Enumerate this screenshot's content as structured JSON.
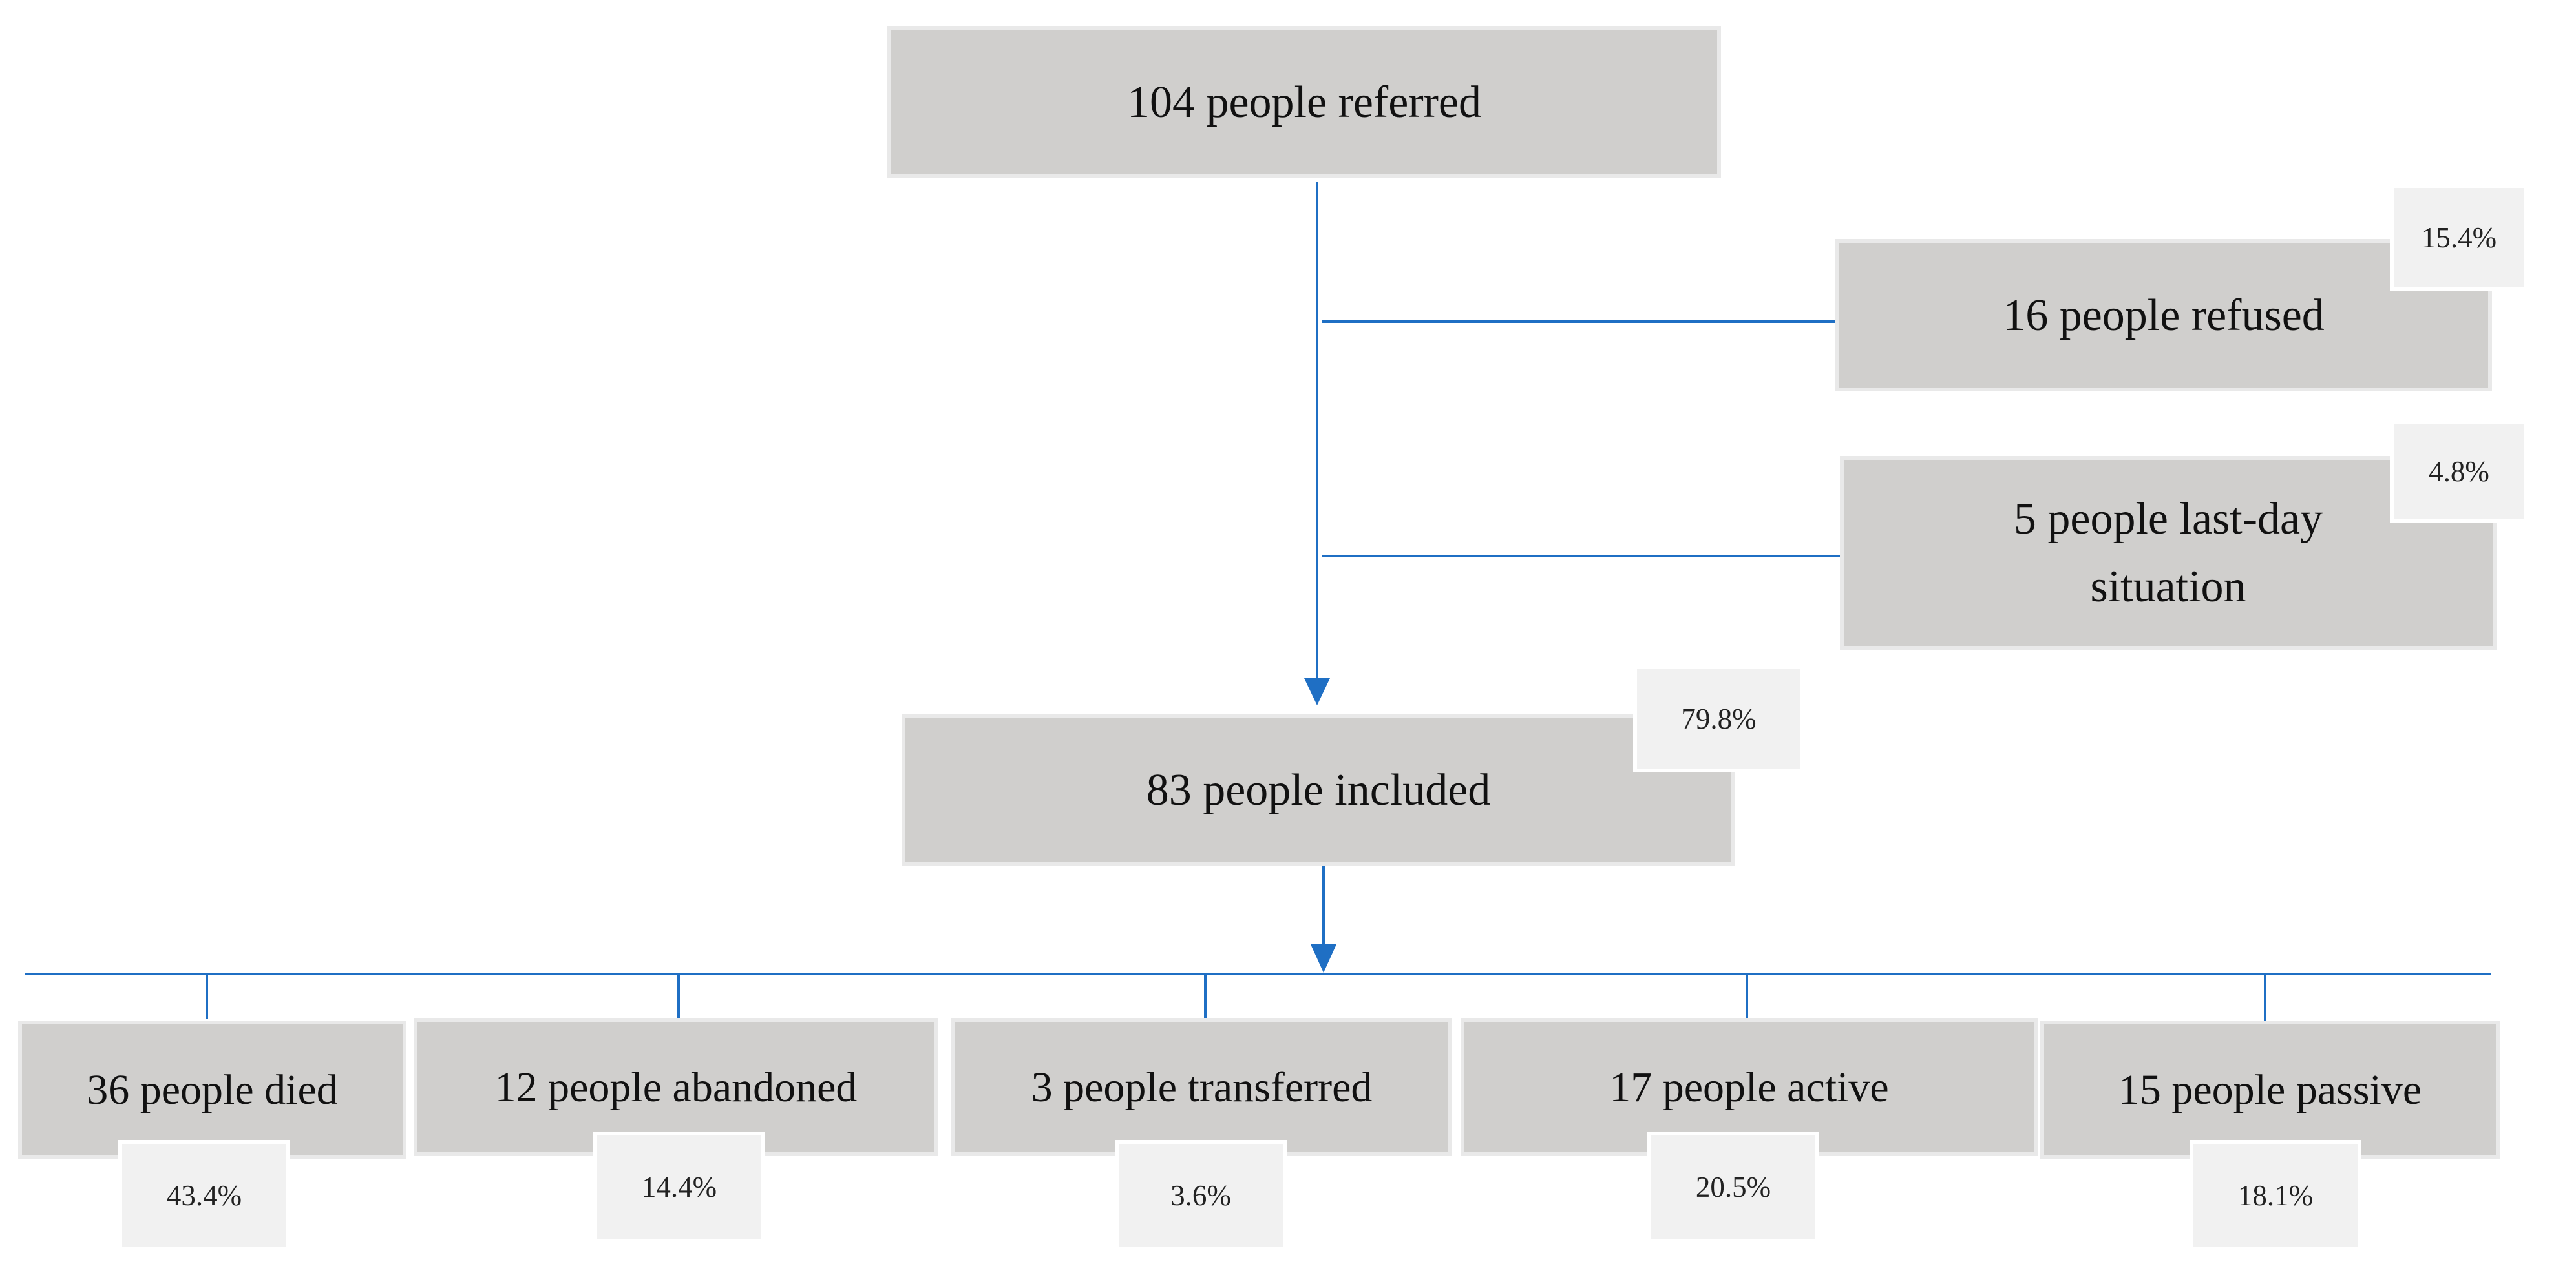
{
  "colors": {
    "connector": "#1f6fc4",
    "box_fill": "#d0cfcd",
    "box_border": "#e9e9e9",
    "percent_fill": "#f1f1f1"
  },
  "nodes": {
    "referred": {
      "text": "104 people referred"
    },
    "refused": {
      "text": "16 people refused",
      "percent": "15.4%"
    },
    "last_day": {
      "text": "5 people last-day situation",
      "percent": "4.8%"
    },
    "included": {
      "text": "83 people included",
      "percent": "79.8%"
    },
    "died": {
      "text": "36 people died",
      "percent": "43.4%"
    },
    "abandoned": {
      "text": "12 people abandoned",
      "percent": "14.4%"
    },
    "transferred": {
      "text": "3 people transferred",
      "percent": "3.6%"
    },
    "active": {
      "text": "17 people active",
      "percent": "20.5%"
    },
    "passive": {
      "text": "15 people passive",
      "percent": "18.1%"
    }
  }
}
